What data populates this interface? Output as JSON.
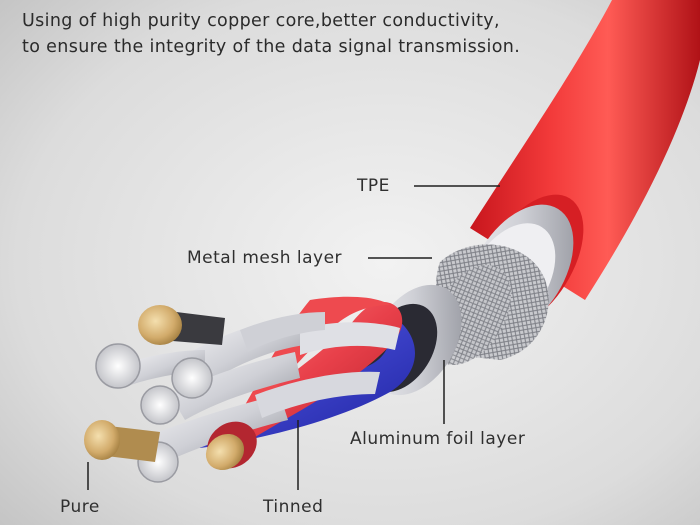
{
  "headline": {
    "line1": "Using of high purity copper core,better conductivity,",
    "line2": "to ensure the integrity of the data signal transmission."
  },
  "callouts": {
    "tpe": "TPE",
    "metal_mesh": "Metal mesh layer",
    "aluminum_foil": "Aluminum foil layer",
    "pure": "Pure",
    "tinned": "Tinned"
  },
  "colors": {
    "background": "#e3e3e3",
    "jacket_red": "#ec2b2b",
    "shield_silver": "#d8d8dc",
    "wire_red": "#e8404a",
    "wire_blue": "#3036c8",
    "copper": "#d6b47a"
  }
}
